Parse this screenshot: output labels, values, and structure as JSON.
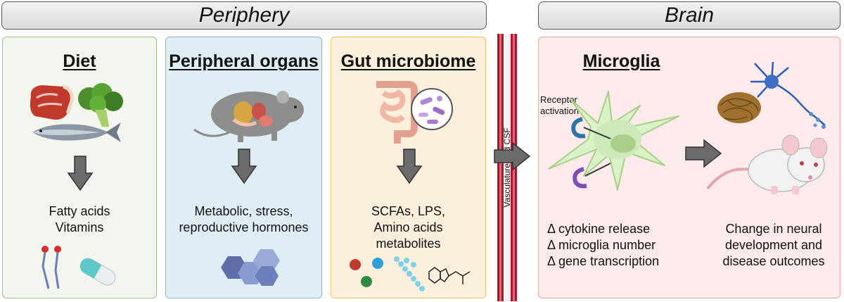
{
  "headers": {
    "periphery": "Periphery",
    "brain": "Brain"
  },
  "vessel_label": "Vasculature and CSF",
  "panels": {
    "diet": {
      "title": "Diet",
      "lines": [
        "Fatty acids",
        "Vitamins"
      ]
    },
    "organs": {
      "title": "Peripheral organs",
      "lines": [
        "Metabolic, stress,",
        "reproductive hormones"
      ]
    },
    "gut": {
      "title": "Gut microbiome",
      "lines": [
        "SCFAs, LPS,",
        "Amino acids",
        "metabolites"
      ]
    },
    "microglia": {
      "title": "Microglia",
      "receptor_label": [
        "Receptor",
        "activation"
      ],
      "effects": [
        "Δ cytokine release",
        "Δ microglia number",
        "Δ gene transcription"
      ],
      "outcome": [
        "Change in neural",
        "development and",
        "disease outcomes"
      ]
    }
  },
  "icons": [
    "meat-icon",
    "broccoli-icon",
    "fish-icon",
    "mouse-organs-icon",
    "intestine-icon",
    "bacteria-icon",
    "fatty-acid-icon",
    "capsule-icon",
    "hexagon-hormone-icon",
    "molecule-icon",
    "peptide-chain-icon",
    "tryptophan-icon",
    "microglia-cell-icon",
    "receptor-icon",
    "neuron-icon",
    "plaque-icon",
    "mouse-icon",
    "arrow-icon"
  ],
  "colors": {
    "diet_bg": "#f3f6ee",
    "diet_border": "#9ac48a",
    "organs_bg": "#dfeef4",
    "organs_border": "#8fb3d6",
    "gut_bg": "#fcefdc",
    "gut_border": "#f0c46a",
    "brain_bg": "#fdeaea",
    "brain_border": "#e7a6a6",
    "arrow": "#6b6b6b",
    "vessel": "#a6192e"
  }
}
